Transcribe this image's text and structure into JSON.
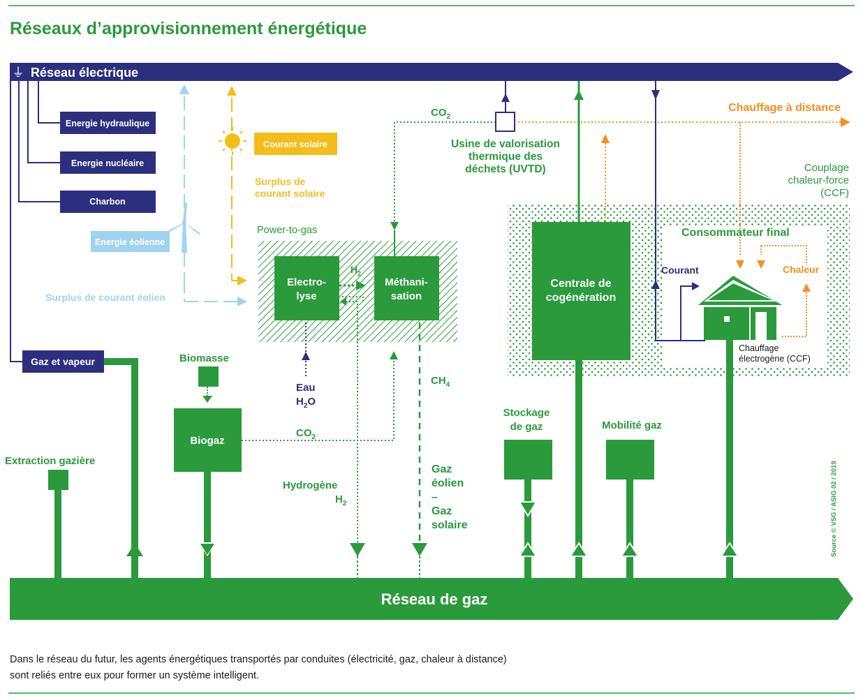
{
  "title": "Réseaux d’approvisionnement énergétique",
  "electric_network": "Réseau électrique",
  "gas_network": "Réseau de gaz",
  "sources": {
    "hydro": "Energie hydraulique",
    "nuclear": "Energie nucléaire",
    "coal": "Charbon",
    "gas_steam": "Gaz et vapeur",
    "wind": "Energie éolienne",
    "solar": "Courant solaire"
  },
  "labels": {
    "solar_surplus_1": "Surplus de",
    "solar_surplus_2": "courant solaire",
    "wind_surplus": "Surplus de courant éolien",
    "power_to_gas": "Power-to-gas",
    "electrolysis_1": "Electro-",
    "electrolysis_2": "lyse",
    "methanation_1": "Méthani-",
    "methanation_2": "sation",
    "h2_small": "H",
    "h2_sub": "2",
    "co2": "CO",
    "co2_sub": "2",
    "ch4": "CH",
    "ch4_sub": "4",
    "water_1": "Eau",
    "water_2": "H",
    "water_2_sub": "2",
    "water_2_end": "O",
    "uvtd_1": "Usine de valorisation",
    "uvtd_2": "thermique des",
    "uvtd_3": "déchets (UVTD)",
    "district_heating": "Chauffage à distance",
    "ccf_1": "Couplage",
    "ccf_2": "chaleur-force",
    "ccf_3": "(CCF)",
    "final_consumer": "Consommateur final",
    "current": "Courant",
    "heat": "Chaleur",
    "chp_plant_1": "Centrale de",
    "chp_plant_2": "cogénération",
    "chp_heating_1": "Chauffage",
    "chp_heating_2": "électrogène (CCF)",
    "biomass": "Biomasse",
    "biogas": "Biogaz",
    "gas_extraction": "Extraction gazière",
    "hydrogen_1": "Hydrogène",
    "hydrogen_2": "H",
    "hydrogen_2_sub": "2",
    "wind_gas_1": "Gaz",
    "wind_gas_2": "éolien",
    "wind_gas_3": "–",
    "wind_gas_4": "Gaz",
    "wind_gas_5": "solaire",
    "gas_storage_1": "Stockage",
    "gas_storage_2": "de gaz",
    "gas_mobility": "Mobilité gaz"
  },
  "source_note": "Source © VSG / ASIG 02 / 2019",
  "caption_1": "Dans le réseau du futur, les agents énergétiques transportés par conduites (électricité, gaz, chaleur à distance)",
  "caption_2": "sont reliés entre eux pour former un système intelligent.",
  "colors": {
    "green": "#2a9a3c",
    "navy": "#2b2f7e",
    "light_blue": "#9fd3ef",
    "yellow": "#f4bd19",
    "orange": "#f39020"
  }
}
